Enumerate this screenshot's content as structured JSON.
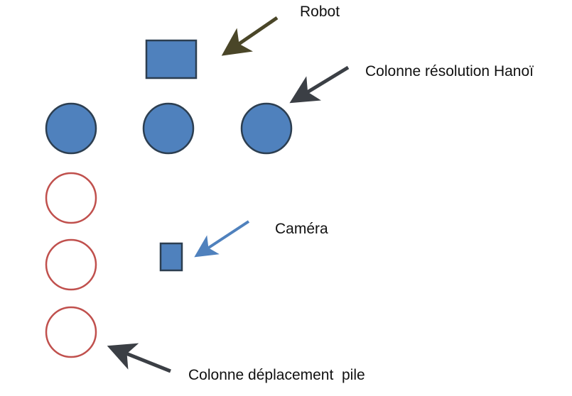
{
  "labels": {
    "robot": "Robot",
    "hanoi_column": "Colonne résolution Hanoï",
    "camera": "Caméra",
    "stack_column": "Colonne déplacement  pile"
  },
  "colors": {
    "shape_fill": "#4f81bd",
    "shape_stroke": "#2c3e50",
    "empty_circle_stroke": "#c0504d",
    "arrow_robot": "#4a4628",
    "arrow_dark": "#3b3f45",
    "arrow_camera": "#4f81bd"
  }
}
